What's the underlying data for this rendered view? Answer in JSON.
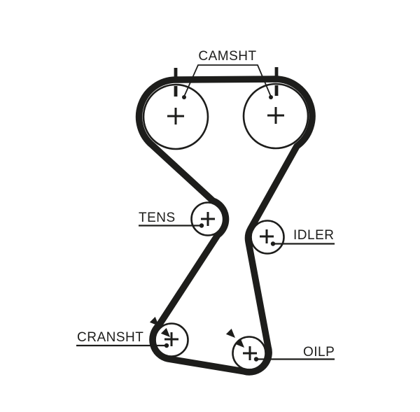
{
  "diagram": {
    "type": "timing-belt-routing-diagram",
    "background_color": "#ffffff",
    "ink_color": "#1d1d1b",
    "labels": {
      "camshaft": "CAMSHT",
      "tensioner": "TENS",
      "idler": "IDLER",
      "crankshaft": "CRANSHT",
      "oil_pump": "OILP"
    },
    "pulleys": [
      {
        "id": "camshaft-left",
        "label": "CAMSHT",
        "center_mark": "+"
      },
      {
        "id": "camshaft-right",
        "label": "CAMSHT",
        "center_mark": "+"
      },
      {
        "id": "tensioner",
        "label": "TENS",
        "center_mark": "+"
      },
      {
        "id": "idler",
        "label": "IDLER",
        "center_mark": "+"
      },
      {
        "id": "crankshaft",
        "label": "CRANSHT",
        "center_mark": "+"
      },
      {
        "id": "oil-pump",
        "label": "OILP",
        "center_mark": "+"
      }
    ],
    "timing_marks": 2,
    "rotation_arrows": 4
  }
}
